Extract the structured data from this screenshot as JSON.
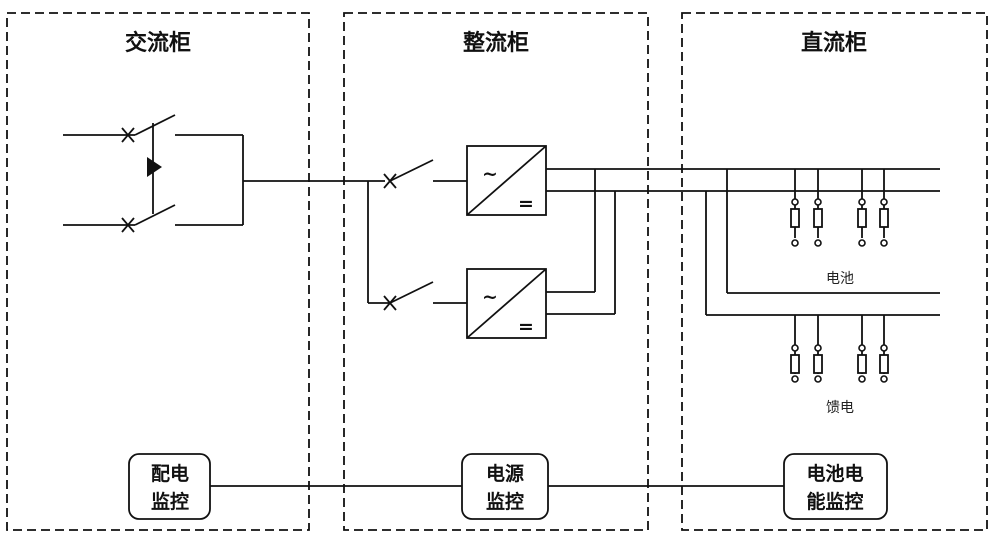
{
  "cabinets": {
    "ac": {
      "title": "交流柜"
    },
    "rectifier": {
      "title": "整流柜"
    },
    "dc": {
      "title": "直流柜"
    }
  },
  "labels": {
    "battery": "电池",
    "feeder": "馈电"
  },
  "monitors": {
    "distribution": {
      "line1": "配电",
      "line2": "监控"
    },
    "power": {
      "line1": "电源",
      "line2": "监控"
    },
    "battery": {
      "line1": "电池电",
      "line2": "能监控"
    }
  },
  "symbols": {
    "ac_wave": "~",
    "dc_mark": "="
  }
}
